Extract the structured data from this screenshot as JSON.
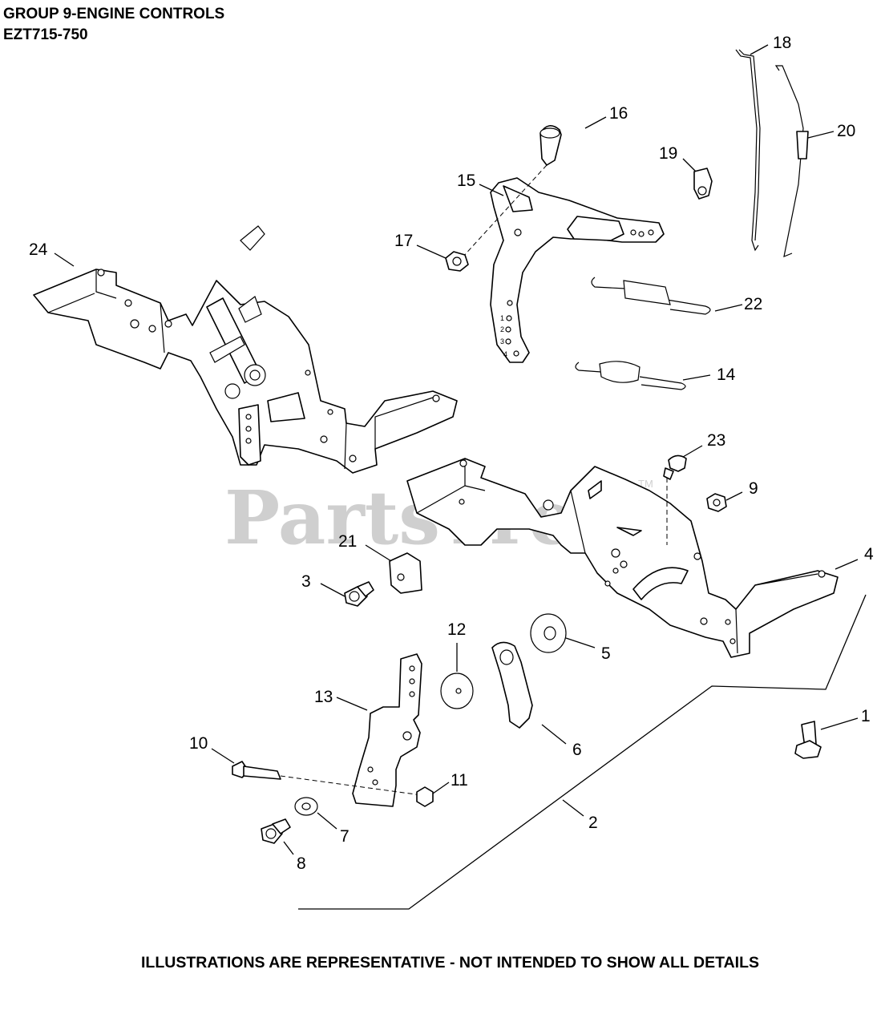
{
  "header": {
    "title": "GROUP 9-ENGINE CONTROLS",
    "subtitle": "EZT715-750"
  },
  "watermark": {
    "text": "PartsTree",
    "trademark": "TM"
  },
  "footer": {
    "note": "ILLUSTRATIONS ARE REPRESENTATIVE - NOT INTENDED TO SHOW ALL DETAILS"
  },
  "callouts": [
    "1",
    "2",
    "3",
    "4",
    "5",
    "6",
    "7",
    "8",
    "9",
    "10",
    "11",
    "12",
    "13",
    "14",
    "15",
    "16",
    "17",
    "18",
    "19",
    "20",
    "21",
    "22",
    "23",
    "24"
  ],
  "colors": {
    "line": "#000000",
    "background": "#ffffff",
    "watermark": "#cfcfcf"
  }
}
